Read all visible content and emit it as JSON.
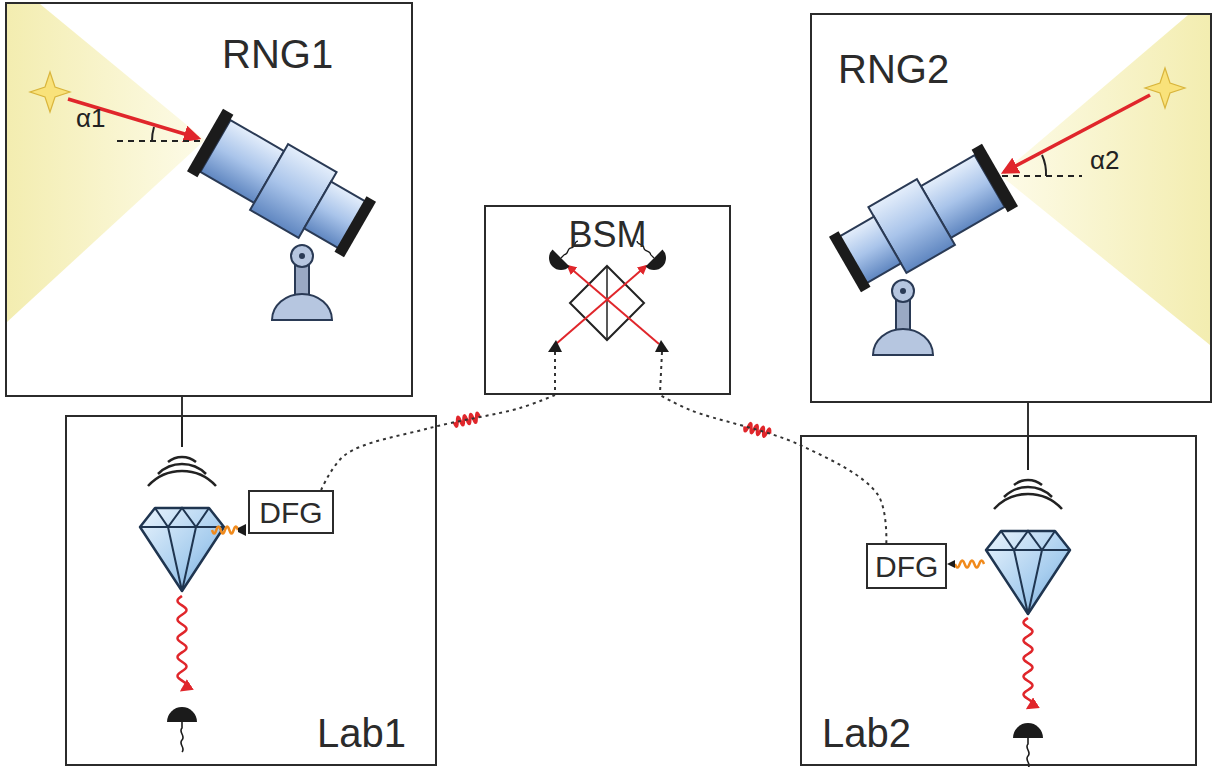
{
  "diagram": {
    "nodes": [
      {
        "text": [
          "RNG1"
        ]
      },
      {
        "text": [
          "BSM"
        ]
      },
      {
        "text": [
          "RNG2"
        ]
      },
      {
        "text": [
          "Lab1"
        ]
      },
      {
        "text": [
          "DFG"
        ],
        "in": 3
      },
      {
        "text": [
          "Lab2"
        ]
      },
      {
        "text": [
          "DFG"
        ],
        "in": 5
      }
    ],
    "edges": [
      {
        "from": 0,
        "to": 3,
        "arrow": "none"
      },
      {
        "from": 2,
        "to": 5,
        "arrow": "none"
      },
      {
        "from": 4,
        "to": 1,
        "arrow": "none"
      },
      {
        "from": 6,
        "to": 1,
        "arrow": "none"
      }
    ],
    "labels": [
      "α1",
      "α2"
    ]
  }
}
